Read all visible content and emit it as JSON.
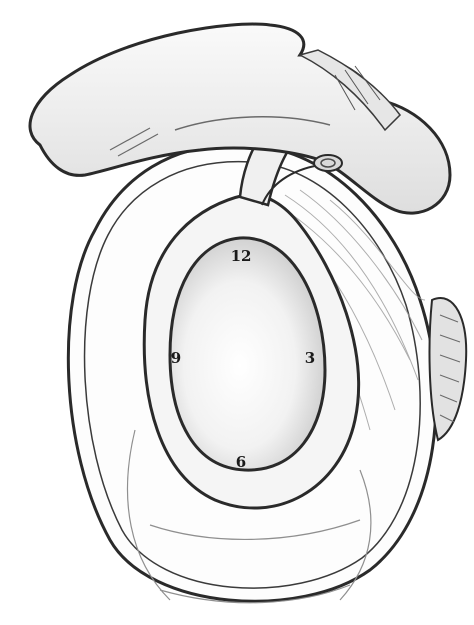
{
  "figure": {
    "clock_positions": {
      "twelve": "12",
      "three": "3",
      "six": "6",
      "nine": "9"
    },
    "colors": {
      "outline": "#2a2a2a",
      "shading": "#9a9a9a",
      "light_shading": "#d6d6d6",
      "background": "#ffffff"
    }
  }
}
